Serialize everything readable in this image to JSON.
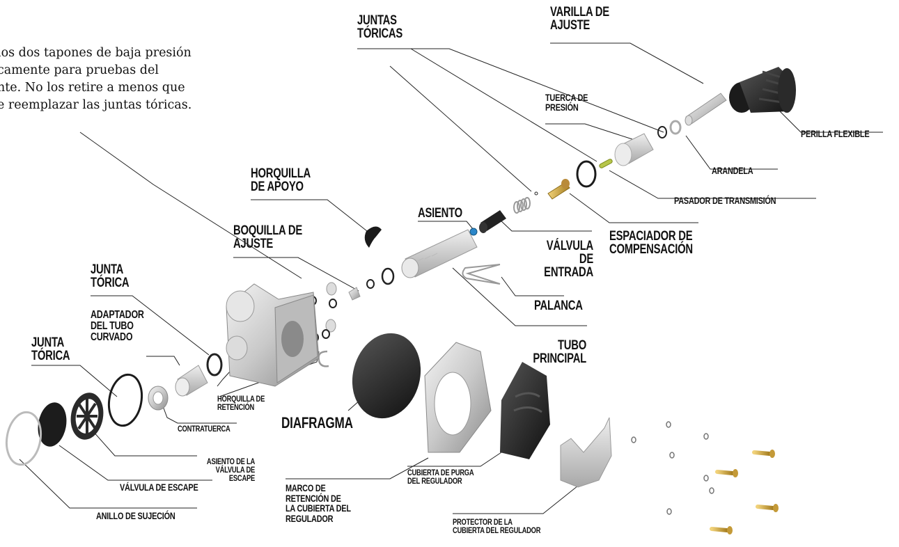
{
  "note": "los dos tapones de baja presión\ncamente para pruebas del\nnte. No los retire a menos que\ne reemplazar las juntas tóricas.",
  "labels": {
    "juntas_toricas_top": "JUNTAS\nTÓRICAS",
    "varilla_de_ajuste": "VARILLA DE\nAJUSTE",
    "perilla_flexible": "PERILLA FLEXIBLE",
    "tuerca_de_presion": "TUERCA DE\nPRESIÓN",
    "arandela": "ARANDELA",
    "pasador_de_transmision": "PASADOR DE TRANSMISIÓN",
    "espaciador_de_compensacion": "ESPACIADOR DE\nCOMPENSACIÓN",
    "horquilla_de_apoyo": "HORQUILLA\nDE APOYO",
    "asiento": "ASIENTO",
    "valvula_de_entrada": "VÁLVULA DE\nENTRADA",
    "boquilla_de_ajuste": "BOQUILLA DE\nAJUSTE",
    "palanca": "PALANCA",
    "tubo_principal": "TUBO\nPRINCIPAL",
    "junta_torica_mid": "JUNTA\nTÓRICA",
    "adaptador_del_tubo_curvado": "ADAPTADOR\nDEL TUBO\nCURVADO",
    "junta_torica_left": "JUNTA\nTÓRICA",
    "horquilla_de_retencion": "HORQUILLA DE\nRETENCIÓN",
    "contratuerca": "CONTRATUERCA",
    "diafragma": "DIAFRAGMA",
    "asiento_de_la_valvula_de_escape": "ASIENTO DE LA\nVÁLVULA DE ESCAPE",
    "valvula_de_escape": "VÁLVULA DE ESCAPE",
    "anillo_de_sujecion": "ANILLO DE SUJECIÓN",
    "marco_de_retencion": "MARCO DE\nRETENCIÓN DE\nLA CUBIERTA DEL\nREGULADOR",
    "cubierta_de_purga": "CUBIERTA DE PURGA\nDEL REGULADOR",
    "protector_de_la_cubierta": "PROTECTOR DE LA\nCUBIERTA DEL REGULADOR"
  }
}
